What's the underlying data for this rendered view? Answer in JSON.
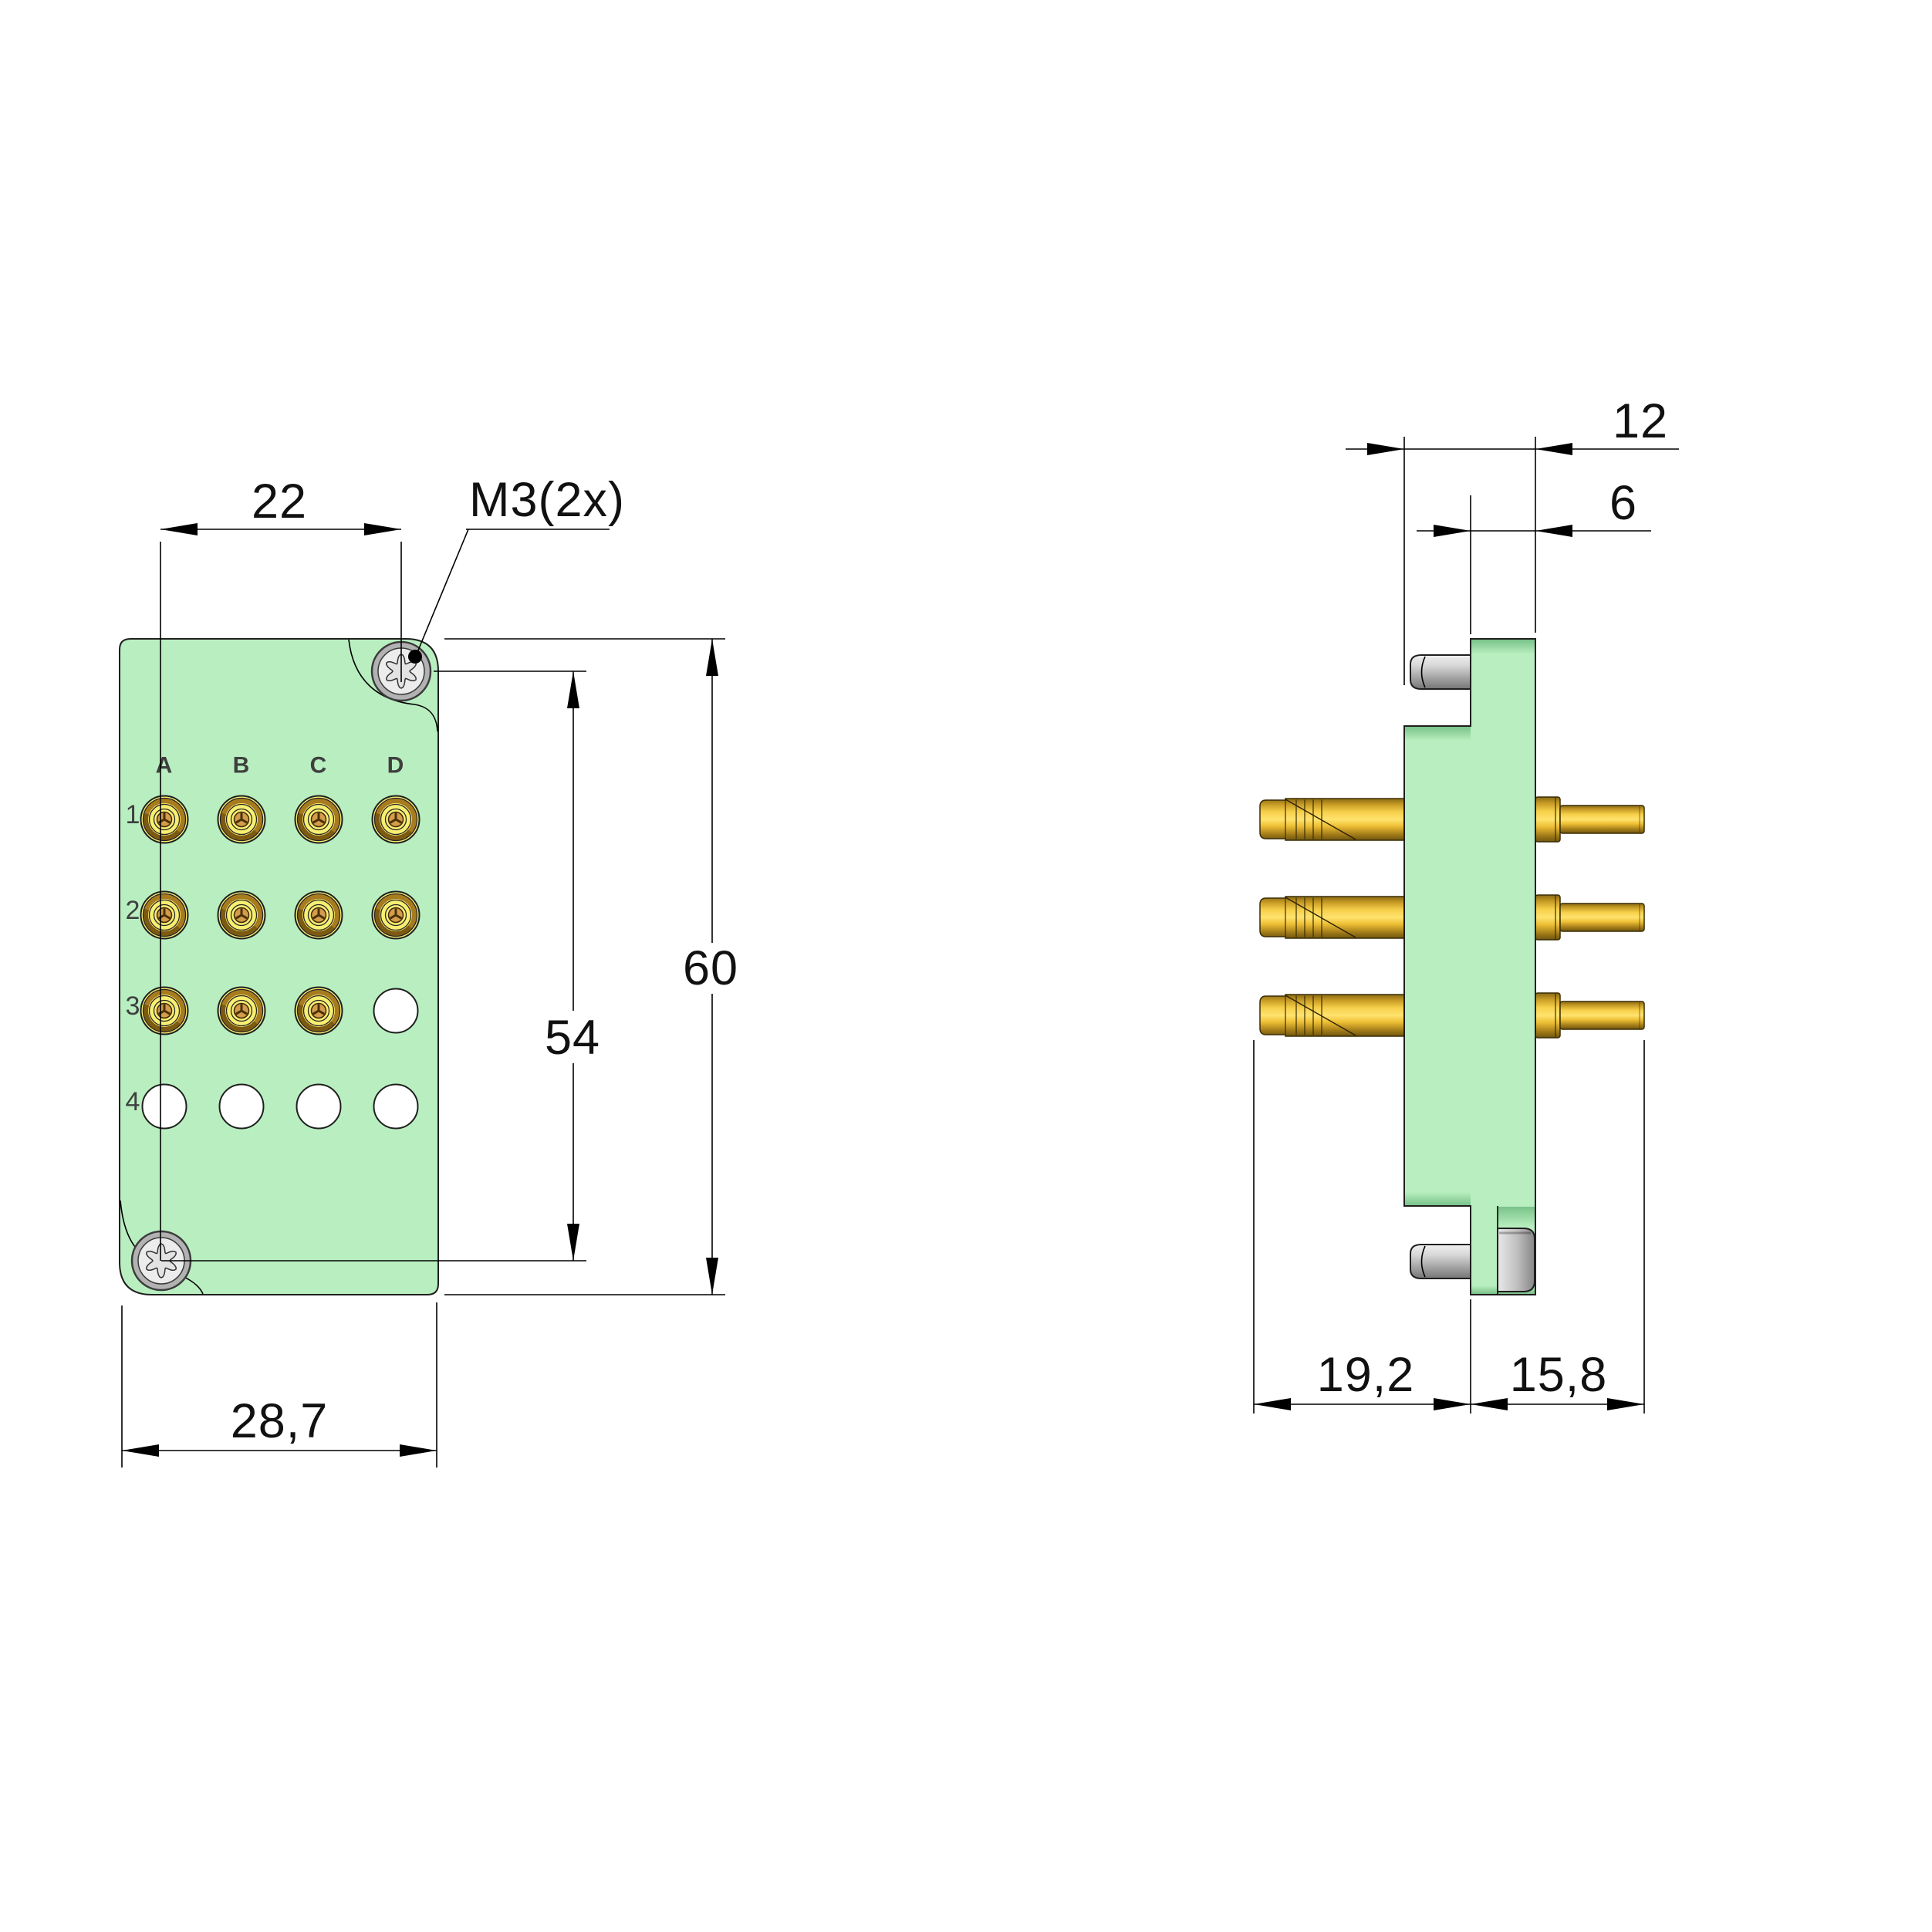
{
  "front_view": {
    "dim_screw_spacing_h": "22",
    "screw_note": "M3(2x)",
    "dim_height_total": "60",
    "dim_screw_spacing_v": "54",
    "dim_width_total": "28,7",
    "columns": [
      "A",
      "B",
      "C",
      "D"
    ],
    "rows": [
      "1",
      "2",
      "3",
      "4"
    ],
    "grid": [
      [
        "gold",
        "gold",
        "gold",
        "gold"
      ],
      [
        "gold",
        "gold",
        "gold",
        "gold"
      ],
      [
        "gold",
        "gold",
        "gold",
        "hole"
      ],
      [
        "hole",
        "hole",
        "hole",
        "hole"
      ]
    ]
  },
  "side_view": {
    "dim_depth_total": "12",
    "dim_depth_flange": "6",
    "dim_front_protrusion": "19,2",
    "dim_rear_protrusion": "15,8"
  },
  "colors": {
    "body_green": "#b9efc0",
    "green_shade_dark": "#7fc78f",
    "gold_face": "#f8ee71",
    "gold_ring_dark": "#a87b1e",
    "gold_hub": "#d49c4b",
    "pin_gold_bright": "#ffe36e",
    "pin_gold_dark": "#8a6a14",
    "metal_gray_light": "#ececec",
    "metal_gray": "#b2b2b2",
    "outline": "#1f1f1f"
  }
}
